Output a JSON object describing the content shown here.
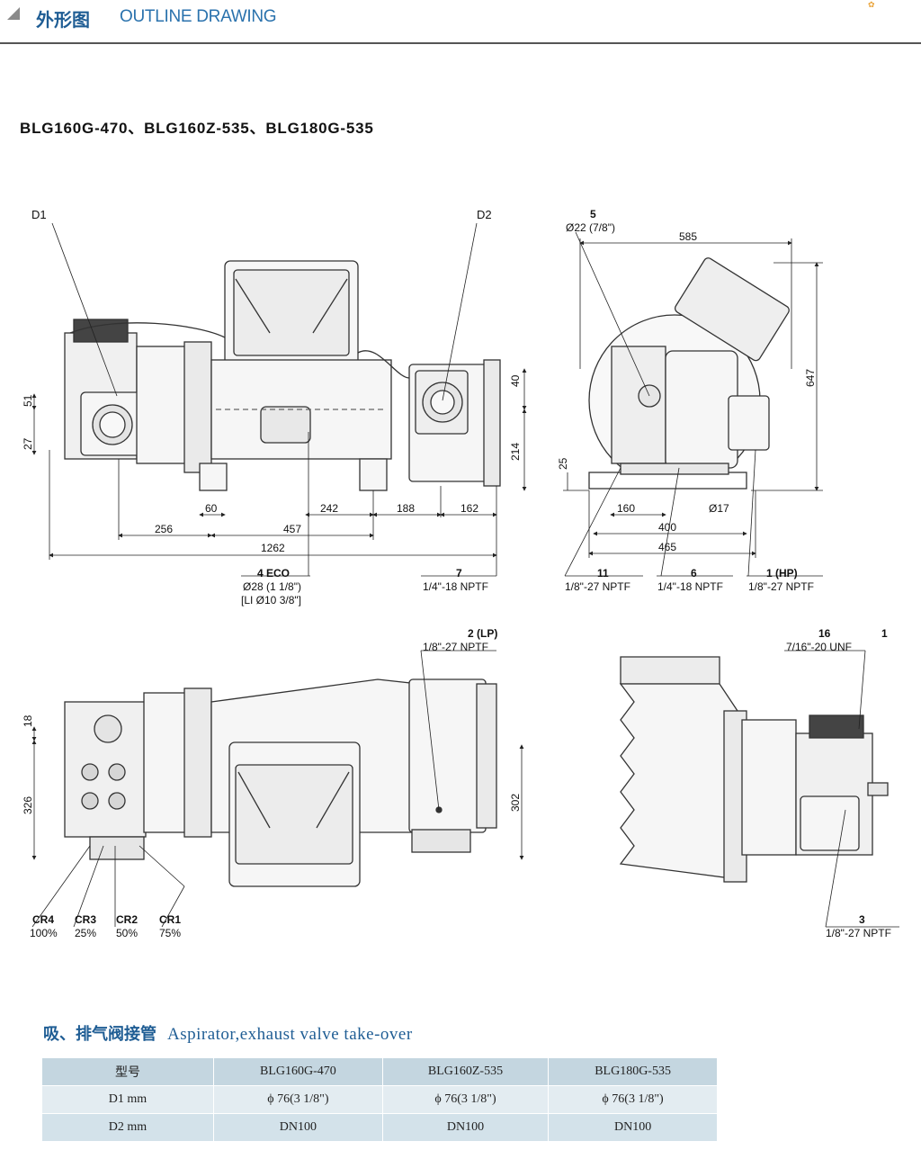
{
  "header": {
    "title_cn": "外形图",
    "title_en": "OUTLINE DRAWING"
  },
  "models_line": "BLG160G-470、BLG160Z-535、BLG180G-535",
  "side_view": {
    "d1": "D1",
    "d2": "D2",
    "dim_51": "51",
    "dim_27": "27",
    "dim_40": "40",
    "dim_214": "214",
    "dim_60": "60",
    "dim_242": "242",
    "dim_188": "188",
    "dim_162": "162",
    "dim_256": "256",
    "dim_457": "457",
    "dim_1262": "1262",
    "eco_title": "4 ECO",
    "eco_line1": "Ø28 (1 1/8\")",
    "eco_line2": "[LI Ø10 3/8\"]",
    "p7_title": "7",
    "p7_spec": "1/4\"-18 NPTF"
  },
  "end_view": {
    "p5_title": "5",
    "p5_spec": "Ø22 (7/8\")",
    "dim_585": "585",
    "dim_647": "647",
    "dim_25": "25",
    "dim_160": "160",
    "dim_17": "Ø17",
    "dim_400": "400",
    "dim_465": "465",
    "p11_title": "11",
    "p11_spec": "1/8\"-27 NPTF",
    "p6_title": "6",
    "p6_spec": "1/4\"-18 NPTF",
    "p1_title": "1 (HP)",
    "p1_spec": "1/8\"-27 NPTF"
  },
  "top_view": {
    "p2_title": "2 (LP)",
    "p2_spec": "1/8\"-27 NPTF",
    "dim_18": "18",
    "dim_326": "326",
    "dim_302": "302",
    "cr4": "CR4",
    "cr4_pct": "100%",
    "cr3": "CR3",
    "cr3_pct": "25%",
    "cr2": "CR2",
    "cr2_pct": "50%",
    "cr1": "CR1",
    "cr1_pct": "75%"
  },
  "detail_view": {
    "p16_title": "16",
    "p16_spec": "7/16\"-20 UNF",
    "p1": "1",
    "p3_title": "3",
    "p3_spec": "1/8\"-27 NPTF"
  },
  "valve_section": {
    "title_cn": "吸、排气阀接管",
    "title_en": "Aspirator,exhaust valve take-over"
  },
  "valve_table": {
    "headers": [
      "型号",
      "BLG160G-470",
      "BLG160Z-535",
      "BLG180G-535"
    ],
    "rows": [
      [
        "D1 mm",
        "ϕ 76(3 1/8\")",
        "ϕ 76(3 1/8\")",
        "ϕ 76(3 1/8\")"
      ],
      [
        "D2 mm",
        "DN100",
        "DN100",
        "DN100"
      ]
    ]
  }
}
